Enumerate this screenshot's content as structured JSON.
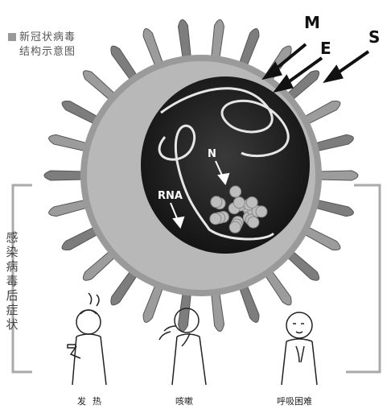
{
  "title_line1": "新冠状病毒",
  "title_line2": "结构示意图",
  "labels": {
    "M": "M",
    "E": "E",
    "S": "S",
    "N": "N",
    "RNA": "RNA"
  },
  "symptoms_heading": "感染病毒后症状",
  "symptoms": [
    "发热",
    "咳嗽",
    "呼吸困难"
  ]
}
